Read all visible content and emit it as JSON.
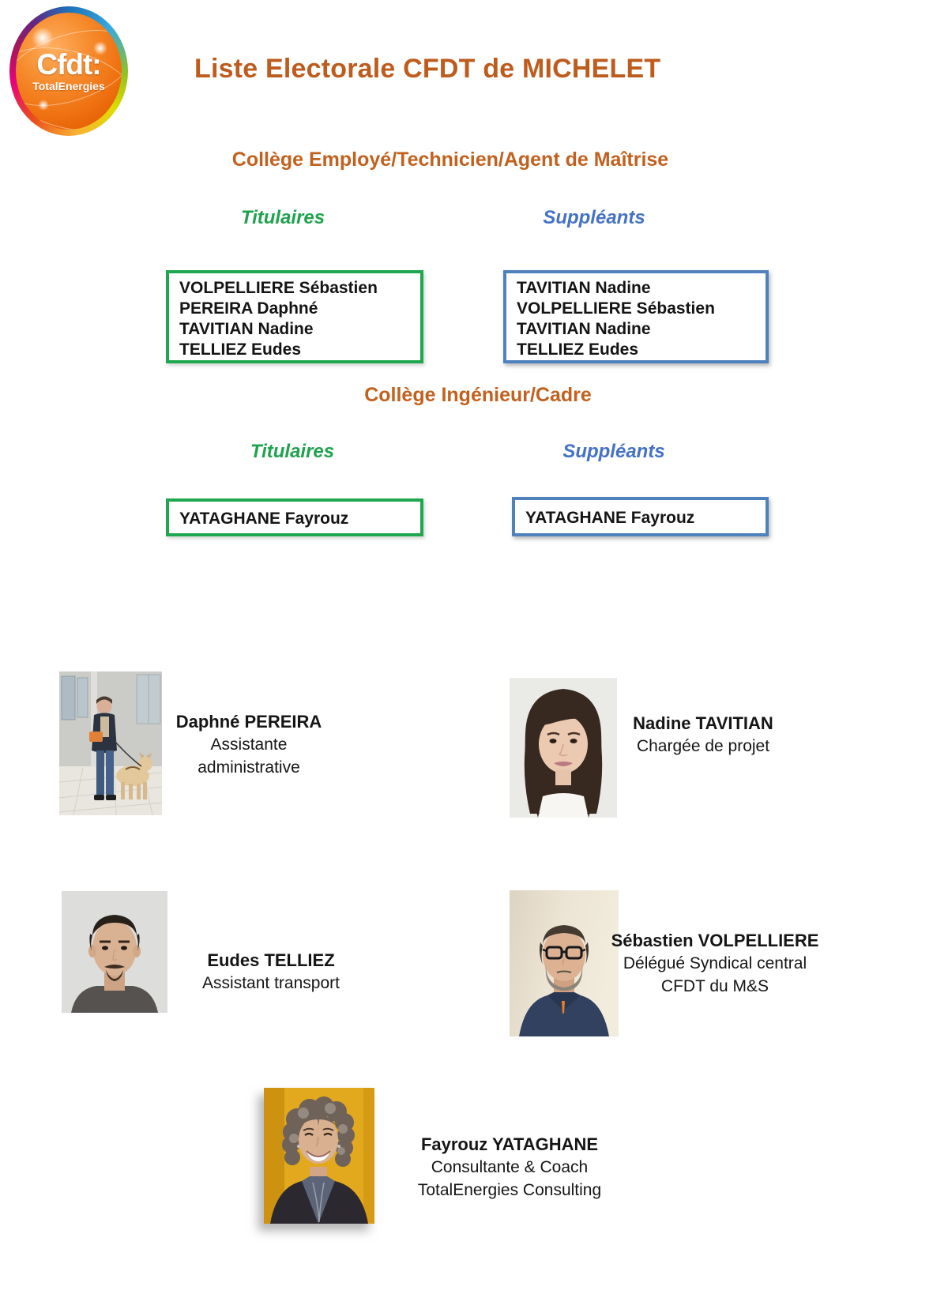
{
  "logo": {
    "brand": "Cfdt:",
    "sub": "TotalEnergies"
  },
  "title": "Liste Electorale CFDT de MICHELET",
  "colors": {
    "title_orange": "#BD5C1D",
    "section_orange": "#C2611E",
    "titulaires_green": "#1FA24E",
    "suppleants_blue": "#4472C4",
    "box_border_green": "#1FA74F",
    "box_border_blue": "#4F81BD",
    "logo_orange": "#F07312"
  },
  "sections": [
    {
      "heading": "Collège Employé/Technicien/Agent de Maîtrise",
      "titulaires_label": "Titulaires",
      "suppleants_label": "Suppléants",
      "titulaires": [
        "VOLPELLIERE Sébastien",
        "PEREIRA Daphné",
        "TAVITIAN Nadine",
        "TELLIEZ Eudes"
      ],
      "suppleants": [
        "TAVITIAN Nadine",
        "VOLPELLIERE Sébastien",
        "TAVITIAN Nadine",
        "TELLIEZ Eudes"
      ]
    },
    {
      "heading": "Collège Ingénieur/Cadre",
      "titulaires_label": "Titulaires",
      "suppleants_label": "Suppléants",
      "titulaires": [
        "YATAGHANE Fayrouz"
      ],
      "suppleants": [
        "YATAGHANE Fayrouz"
      ]
    }
  ],
  "people": [
    {
      "name": "Daphné PEREIRA",
      "role_lines": [
        "Assistante",
        "administrative"
      ]
    },
    {
      "name": "Nadine TAVITIAN",
      "role_lines": [
        "Chargée de projet"
      ]
    },
    {
      "name": "Eudes TELLIEZ",
      "role_lines": [
        "Assistant transport"
      ]
    },
    {
      "name": "Sébastien VOLPELLIERE",
      "role_lines": [
        "Délégué Syndical central",
        "CFDT du M&S"
      ]
    },
    {
      "name": "Fayrouz YATAGHANE",
      "role_lines": [
        "Consultante & Coach",
        "TotalEnergies Consulting"
      ]
    }
  ]
}
